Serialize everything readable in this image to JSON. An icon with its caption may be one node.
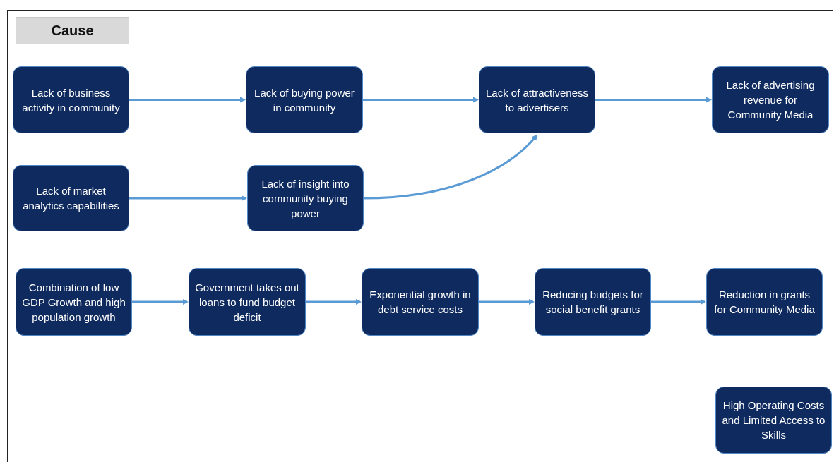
{
  "diagram": {
    "nodes": [
      {
        "text": [
          "Cause"
        ]
      },
      {
        "text": [
          "Lack of business activity in community"
        ]
      },
      {
        "text": [
          "Lack of buying power in community"
        ]
      },
      {
        "text": [
          "Lack of attractiveness to advertisers"
        ]
      },
      {
        "text": [
          "Lack of advertising revenue for Community Media"
        ]
      },
      {
        "text": [
          "Lack of market analytics capabilities"
        ]
      },
      {
        "text": [
          "Lack of insight into community buying power"
        ]
      },
      {
        "text": [
          "Combination of low GDP Growth and high population growth"
        ]
      },
      {
        "text": [
          "Government takes out loans to fund budget deficit"
        ]
      },
      {
        "text": [
          "Exponential growth in debt service costs"
        ]
      },
      {
        "text": [
          "Reducing budgets for social benefit grants"
        ]
      },
      {
        "text": [
          "Reduction in grants for Community Media"
        ]
      },
      {
        "text": [
          "High Operating Costs and Limited Access to Skills"
        ]
      }
    ],
    "edges": [
      {
        "from": 1,
        "to": 2,
        "arrow": "to"
      },
      {
        "from": 2,
        "to": 3,
        "arrow": "to"
      },
      {
        "from": 3,
        "to": 4,
        "arrow": "to"
      },
      {
        "from": 5,
        "to": 6,
        "arrow": "to"
      },
      {
        "from": 6,
        "to": 3,
        "arrow": "to"
      },
      {
        "from": 7,
        "to": 8,
        "arrow": "to"
      },
      {
        "from": 8,
        "to": 9,
        "arrow": "to"
      },
      {
        "from": 9,
        "to": 10,
        "arrow": "to"
      },
      {
        "from": 10,
        "to": 11,
        "arrow": "to"
      }
    ]
  }
}
